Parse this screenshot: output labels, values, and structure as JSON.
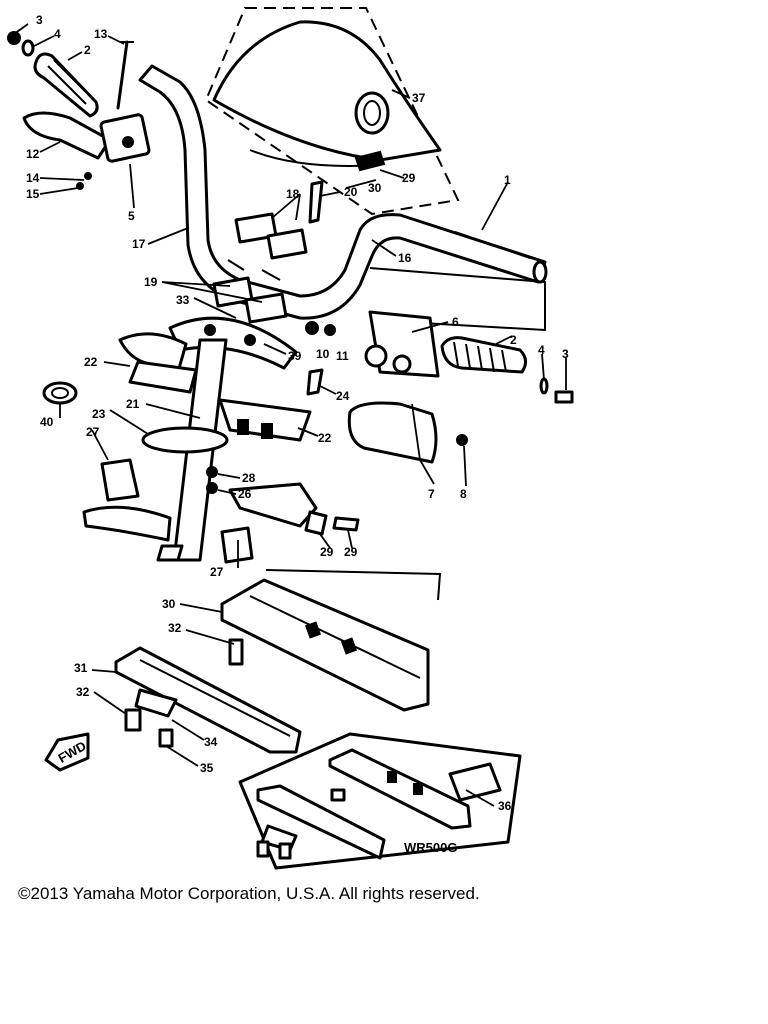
{
  "diagram": {
    "part_numbers": [
      "3",
      "4",
      "2",
      "13",
      "12",
      "14",
      "15",
      "5",
      "37",
      "30",
      "29",
      "1",
      "18",
      "20",
      "17",
      "16",
      "19",
      "33",
      "6",
      "2",
      "4",
      "3",
      "10",
      "11",
      "22",
      "39",
      "40",
      "21",
      "24",
      "23",
      "22",
      "27",
      "28",
      "26",
      "7",
      "8",
      "29",
      "29",
      "27",
      "30",
      "32",
      "31",
      "32",
      "34",
      "35",
      "36"
    ],
    "direction_tag": "FWD",
    "model_label": "WR500G"
  },
  "footer": {
    "copyright": "©2013 Yamaha Motor Corporation, U.S.A. All rights reserved."
  }
}
